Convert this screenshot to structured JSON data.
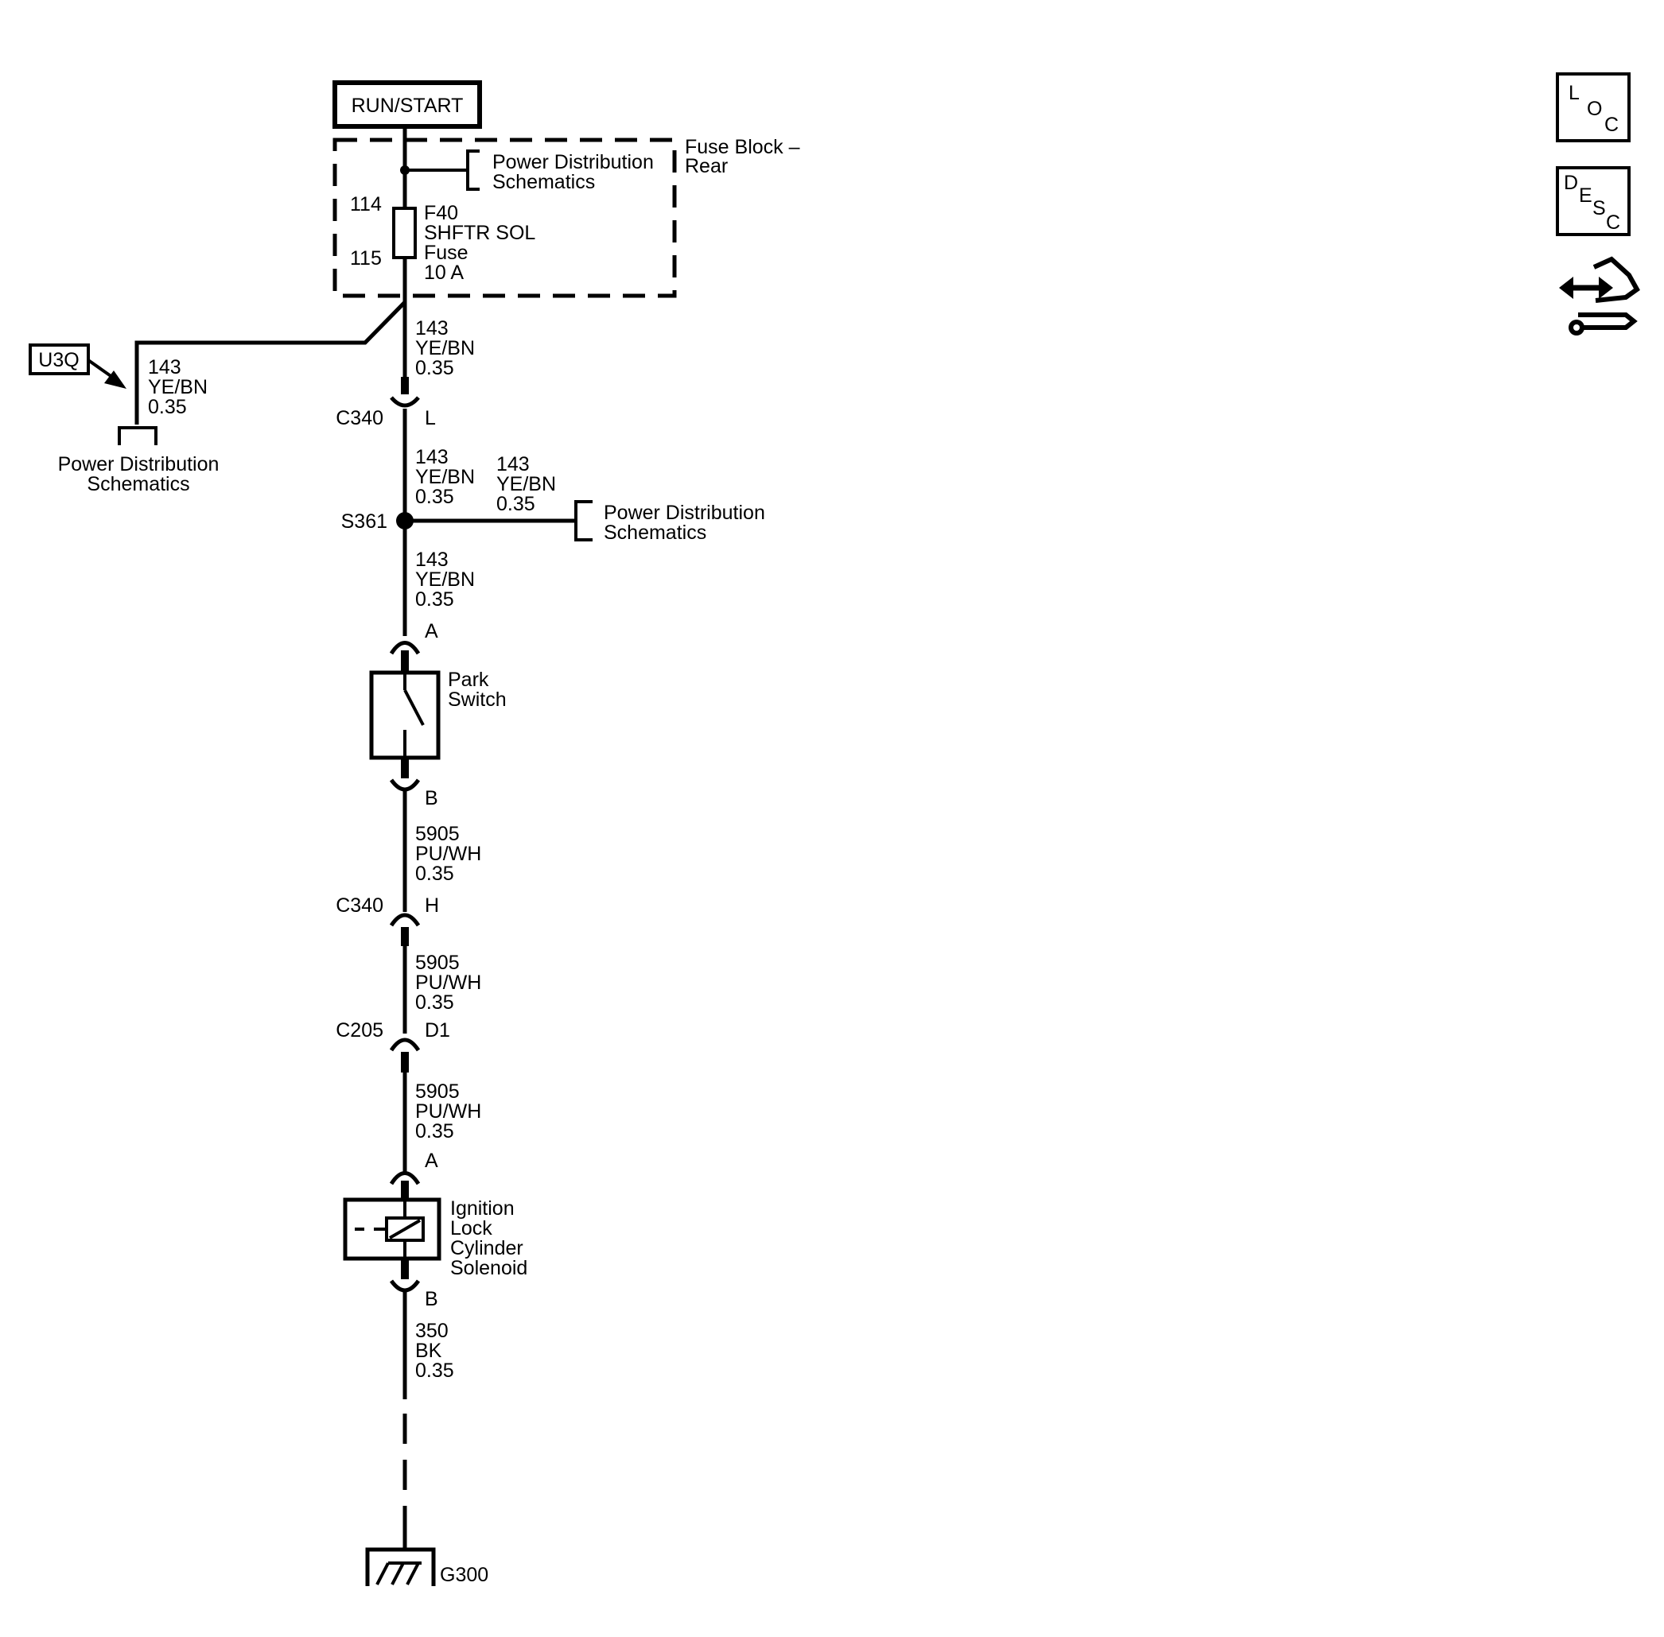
{
  "power_source": {
    "label": "RUN/START"
  },
  "fuse_block": {
    "name_line1": "Fuse Block –",
    "name_line2": "Rear",
    "top_ref_line1": "Power Distribution",
    "top_ref_line2": "Schematics",
    "pin_in": "114",
    "pin_out": "115",
    "fuse_line1": "F40",
    "fuse_line2": "SHFTR SOL",
    "fuse_line3": "Fuse",
    "fuse_line4": "10 A"
  },
  "option_branch": {
    "option_code": "U3Q",
    "circuit": "143",
    "color": "YE/BN",
    "gauge": "0.35",
    "ref_line1": "Power Distribution",
    "ref_line2": "Schematics"
  },
  "wires": [
    {
      "circuit": "143",
      "color": "YE/BN",
      "gauge": "0.35"
    },
    {
      "circuit": "143",
      "color": "YE/BN",
      "gauge": "0.35"
    },
    {
      "circuit": "143",
      "color": "YE/BN",
      "gauge": "0.35"
    },
    {
      "circuit": "143",
      "color": "YE/BN",
      "gauge": "0.35"
    },
    {
      "circuit": "5905",
      "color": "PU/WH",
      "gauge": "0.35"
    },
    {
      "circuit": "5905",
      "color": "PU/WH",
      "gauge": "0.35"
    },
    {
      "circuit": "5905",
      "color": "PU/WH",
      "gauge": "0.35"
    },
    {
      "circuit": "350",
      "color": "BK",
      "gauge": "0.35"
    }
  ],
  "connectors": {
    "c340_top": {
      "name": "C340",
      "pin": "L"
    },
    "park_in": {
      "pin": "A"
    },
    "park_out": {
      "pin": "B"
    },
    "c340_bottom": {
      "name": "C340",
      "pin": "H"
    },
    "c205": {
      "name": "C205",
      "pin": "D1"
    },
    "solenoid_in": {
      "pin": "A"
    },
    "solenoid_out": {
      "pin": "B"
    }
  },
  "splice": {
    "name": "S361",
    "ref_line1": "Power Distribution",
    "ref_line2": "Schematics"
  },
  "park_switch": {
    "line1": "Park",
    "line2": "Switch"
  },
  "solenoid": {
    "line1": "Ignition",
    "line2": "Lock",
    "line3": "Cylinder",
    "line4": "Solenoid"
  },
  "ground": {
    "name": "G300"
  },
  "side_buttons": {
    "loc": {
      "l1": "L",
      "l2": "O",
      "l3": "C"
    },
    "desc": {
      "l1": "D",
      "l2": "E",
      "l3": "S",
      "l4": "C"
    },
    "connector_icon": "connector-wrench-icon"
  }
}
